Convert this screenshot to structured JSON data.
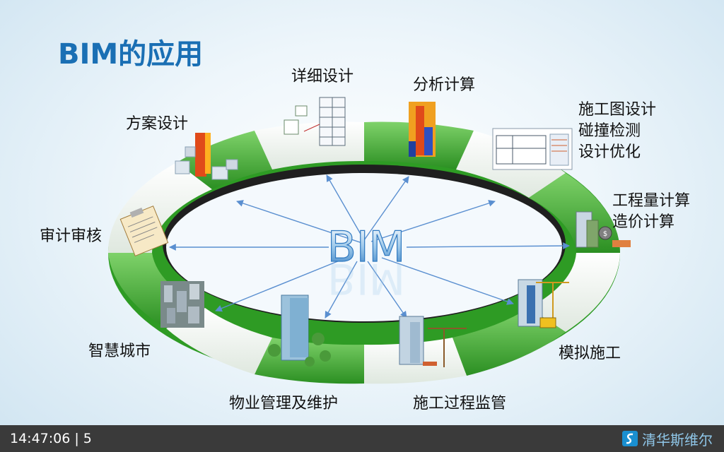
{
  "title": "BIM的应用",
  "center_label": "BIM",
  "labels": {
    "detail_design": "详细设计",
    "analysis": "分析计算",
    "construction_drawing": [
      "施工图设计",
      "碰撞检测",
      "设计优化"
    ],
    "quantity": [
      "工程量计算",
      "造价计算"
    ],
    "scheme_design": "方案设计",
    "audit": "审计审核",
    "smart_city": "智慧城市",
    "property": "物业管理及维护",
    "supervision": "施工过程监管",
    "simulation": "模拟施工"
  },
  "footer": {
    "time": "14:47:06",
    "separator": "|",
    "page": "5",
    "brand": "清华斯维尔"
  },
  "colors": {
    "title": "#1a6fb4",
    "ring_green": "#3aa52a",
    "arrow": "#5a8fd0",
    "footer_bg": "#3a3a3a",
    "brand_text": "#8fc6e8"
  },
  "icons": [
    "building-model-icon",
    "tower-analysis-icon",
    "floor-plan-icon",
    "cost-building-icon",
    "clipboard-icon",
    "city-icon",
    "property-building-icon",
    "crane-building-icon",
    "construction-site-icon",
    "wireframe-building-icon"
  ]
}
